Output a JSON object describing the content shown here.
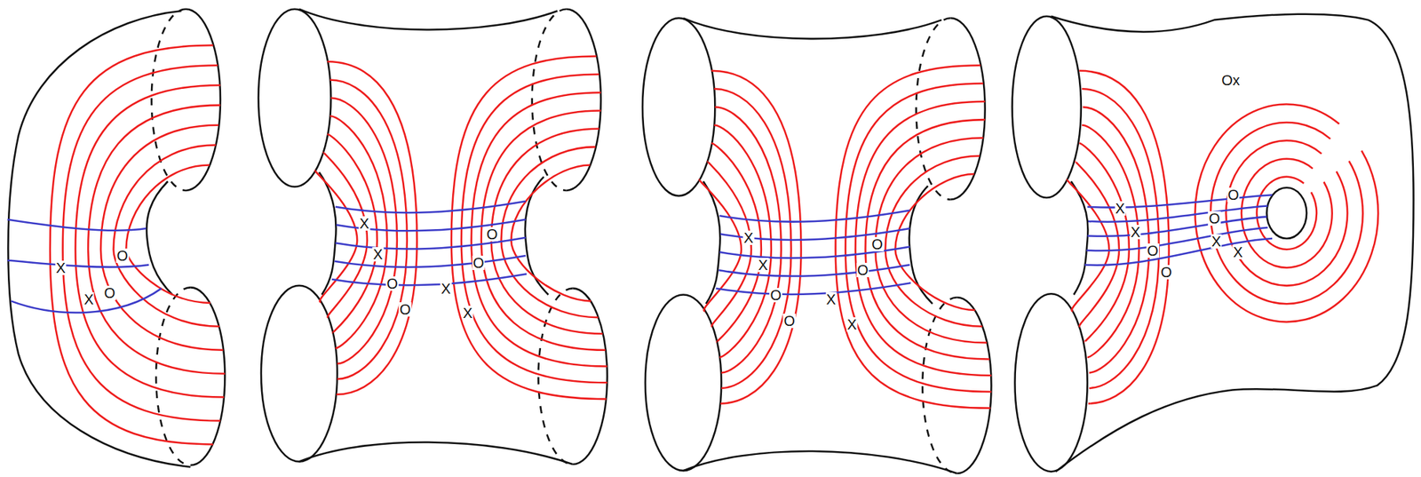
{
  "diagram": {
    "labels": [
      "X",
      "O",
      "X",
      "O",
      "X",
      "O",
      "X",
      "O",
      "O",
      "X",
      "O",
      "X",
      "X",
      "O",
      "X",
      "O",
      "O",
      "X",
      "O",
      "X",
      "Ox",
      "O",
      "X",
      "O",
      "X",
      "X",
      "O",
      "X",
      "O"
    ]
  }
}
